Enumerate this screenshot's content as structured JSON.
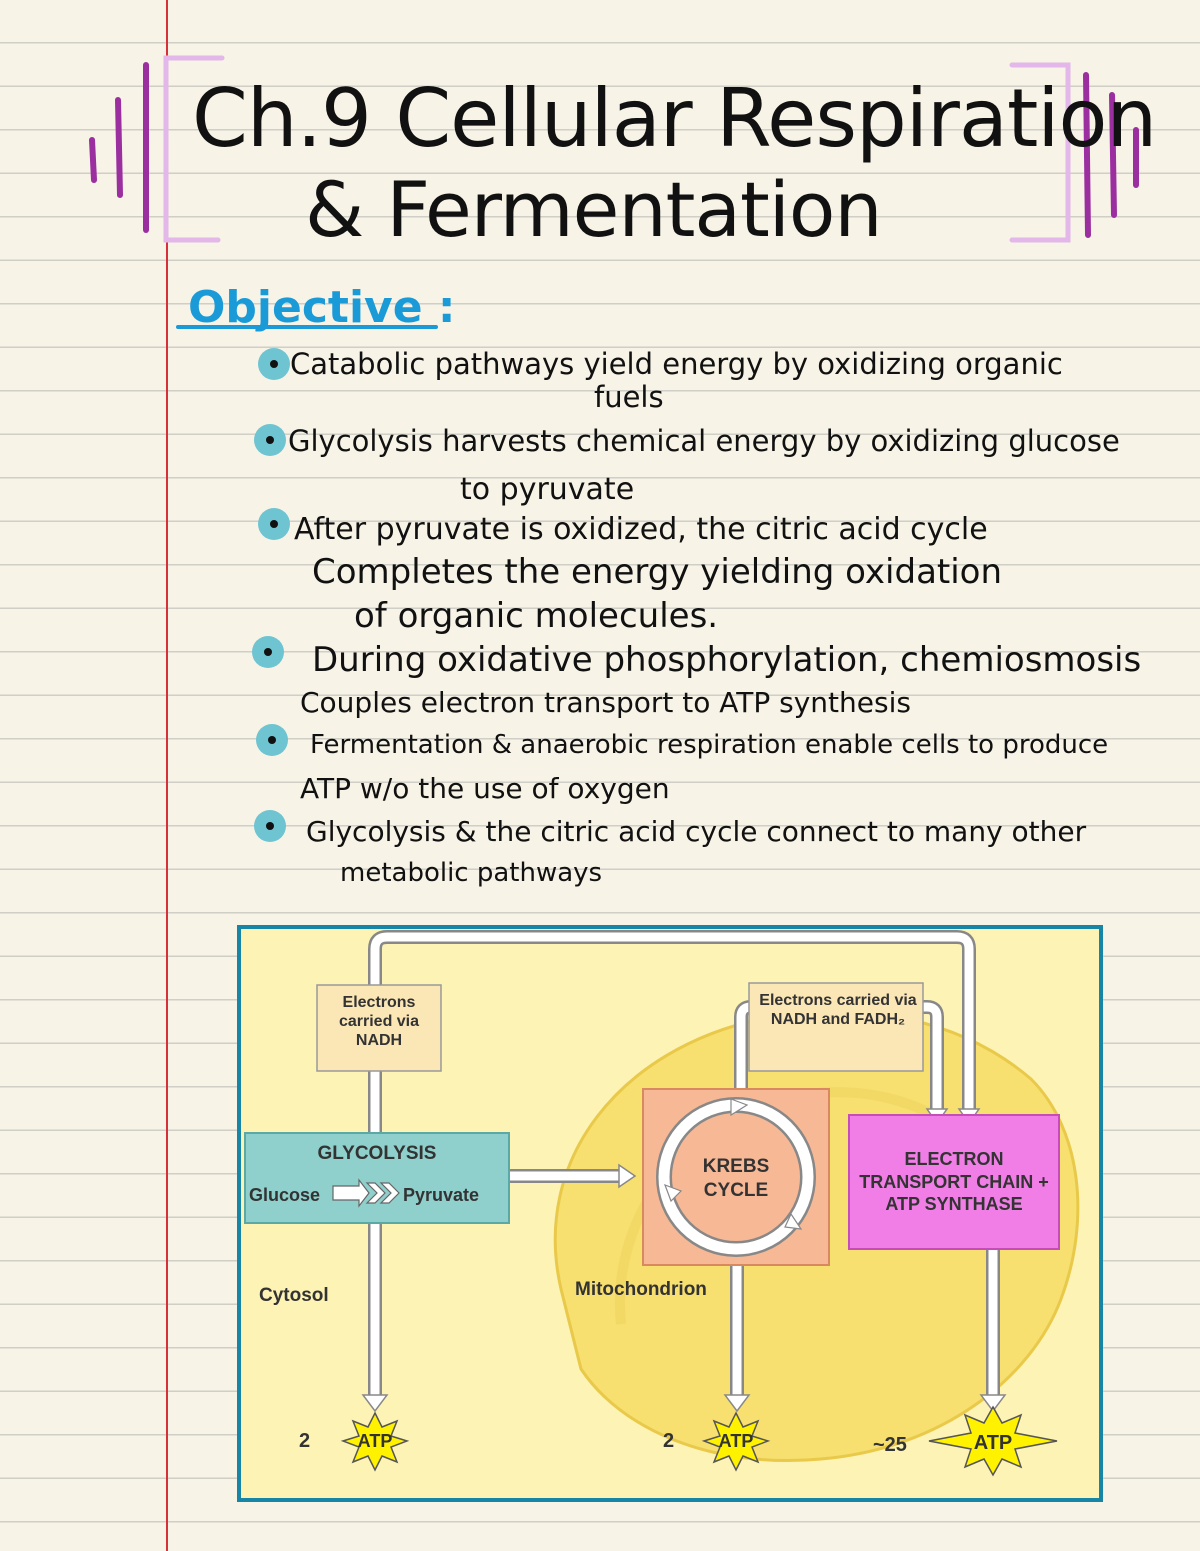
{
  "title": {
    "line1": "Ch.9 Cellular Respiration",
    "line2": "& Fermentation"
  },
  "objective": {
    "heading": "Objective :"
  },
  "bullets": [
    {
      "lines": [
        "Catabolic pathways yield energy by oxidizing organic",
        "fuels"
      ]
    },
    {
      "lines": [
        "Glycolysis harvests chemical energy by oxidizing glucose",
        "to pyruvate"
      ]
    },
    {
      "lines": [
        "After pyruvate is oxidized, the citric acid cycle",
        "Completes the energy yielding oxidation",
        "of organic molecules."
      ]
    },
    {
      "lines": [
        "During oxidative phosphorylation, chemiosmosis",
        "Couples electron transport to ATP synthesis"
      ]
    },
    {
      "lines": [
        "Fermentation & anaerobic respiration enable cells to produce",
        "ATP w/o the use of oxygen"
      ]
    },
    {
      "lines": [
        "Glycolysis & the citric acid cycle connect to many other",
        "metabolic pathways"
      ]
    }
  ],
  "diagram": {
    "electrons_nadh": "Electrons carried via NADH",
    "electrons_nadh_fadh": "Electrons carried via NADH and FADH₂",
    "glycolysis_title": "GLYCOLYSIS",
    "glucose": "Glucose",
    "pyruvate": "Pyruvate",
    "krebs": "KREBS CYCLE",
    "etc": "ELECTRON TRANSPORT CHAIN + ATP SYNTHASE",
    "cytosol": "Cytosol",
    "mitochondrion": "Mitochondrion",
    "atp_label": "ATP",
    "atp_counts": [
      "2",
      "2",
      "~25"
    ]
  },
  "colors": {
    "margin": "#d8303a",
    "bracket": "#9b2fa0",
    "bracket_light": "#e3b7ea",
    "objective": "#1a9bd8",
    "bullet": "#6fc4d2",
    "frame": "#1785a6",
    "diagram_bg": "#fdf3b5",
    "mitochondrion": "#f7df70",
    "glycolysis_box": "#8fcfcc",
    "krebs_box": "#f7b896",
    "etc_box": "#f07ee6",
    "atp_star": "#fff200"
  }
}
